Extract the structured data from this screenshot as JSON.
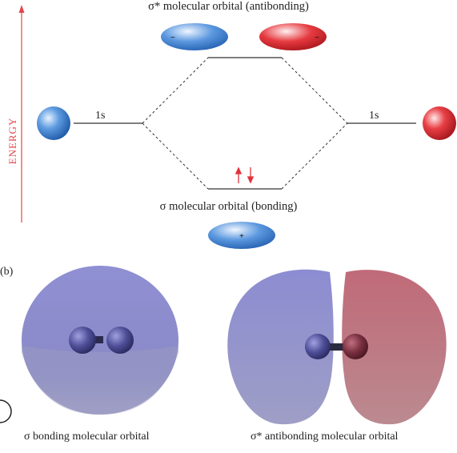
{
  "diagram": {
    "antibonding_label": "σ* molecular orbital (antibonding)",
    "bonding_label": "σ molecular orbital (bonding)",
    "left_ao_label": "1s",
    "right_ao_label": "1s",
    "energy_axis_label": "ENERGY",
    "antibonding_left_sign": "−",
    "antibonding_right_sign": "−",
    "bonding_sign": "+",
    "panel_label": "(b)",
    "caption_bonding": "σ bonding molecular orbital",
    "caption_antibonding": "σ* antibonding molecular orbital"
  },
  "colors": {
    "blue_lobe": "#4b8ed6",
    "red_lobe": "#e3313a",
    "energy_axis": "#e2464c",
    "bonding_cloud": "#8888c8",
    "antibonding_cloud_red": "#c07080"
  }
}
